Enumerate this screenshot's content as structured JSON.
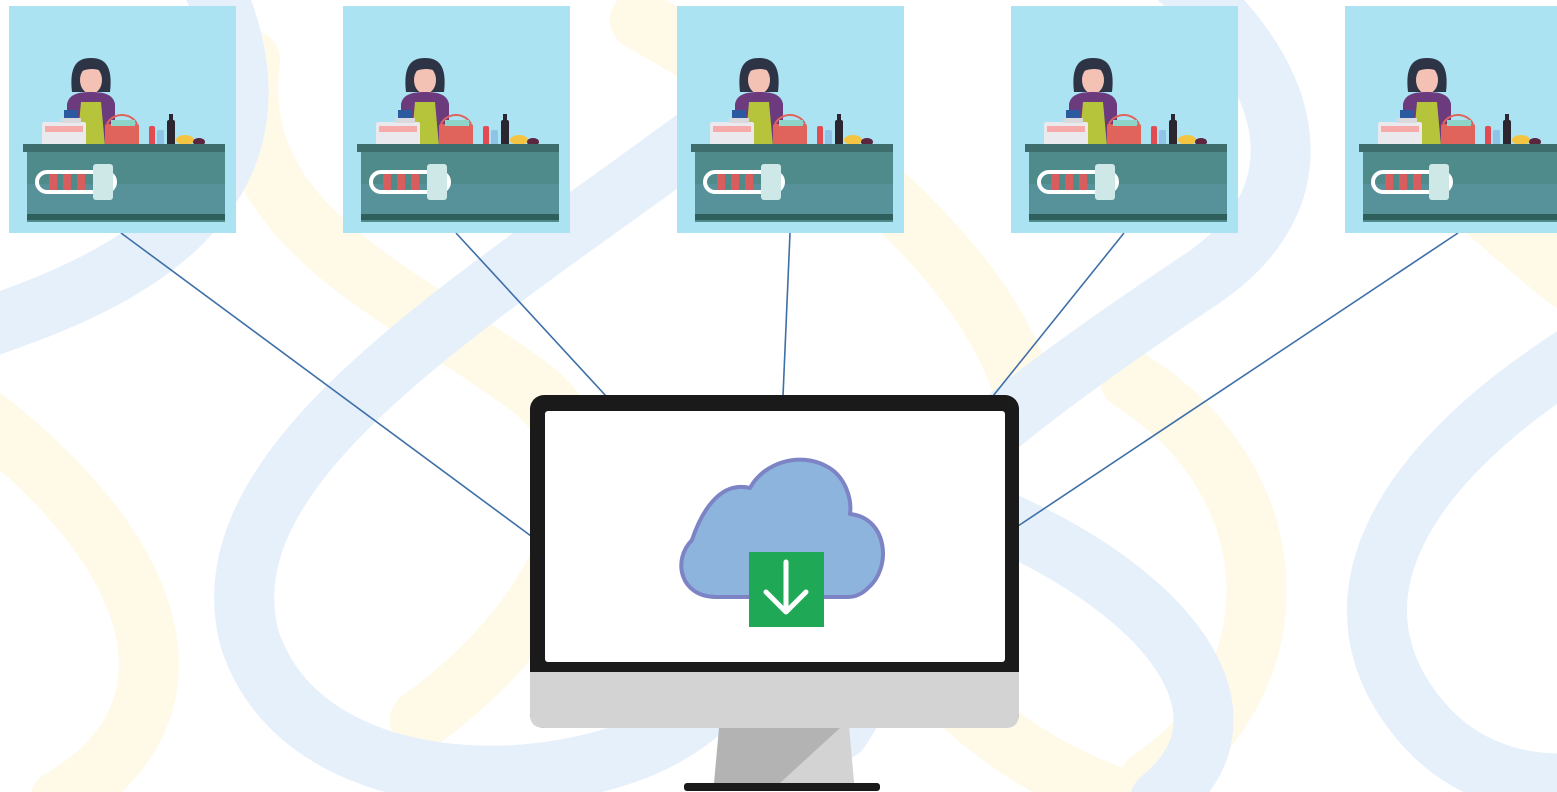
{
  "diagram": {
    "nodes": [
      {
        "id": "checkout-1",
        "icon": "cashier-checkout-icon"
      },
      {
        "id": "checkout-2",
        "icon": "cashier-checkout-icon"
      },
      {
        "id": "checkout-3",
        "icon": "cashier-checkout-icon"
      },
      {
        "id": "checkout-4",
        "icon": "cashier-checkout-icon"
      },
      {
        "id": "checkout-5",
        "icon": "cashier-checkout-icon"
      }
    ],
    "hub": {
      "id": "central-computer",
      "icon": "monitor-icon",
      "screen_icon": "cloud-download-icon"
    },
    "edges": [
      {
        "from": "checkout-1",
        "to": "central-computer"
      },
      {
        "from": "checkout-2",
        "to": "central-computer"
      },
      {
        "from": "checkout-3",
        "to": "central-computer"
      },
      {
        "from": "checkout-4",
        "to": "central-computer"
      },
      {
        "from": "checkout-5",
        "to": "central-computer"
      }
    ]
  },
  "colors": {
    "background": "#ffffff",
    "watermark_blue": "#e6f0fb",
    "watermark_yellow": "#fff9e8",
    "tile_sky": "#abe3f3",
    "connector": "#3d6fa8",
    "counter": "#4f8b8a",
    "counter_dark": "#2f5f5c",
    "cloud": "#8db4dc",
    "cloud_outline": "#7d84c6",
    "download_box": "#1fa855",
    "monitor_bezel": "#1a1a1a",
    "monitor_chin": "#d3d3d3",
    "stand": "#b3b3b3"
  }
}
